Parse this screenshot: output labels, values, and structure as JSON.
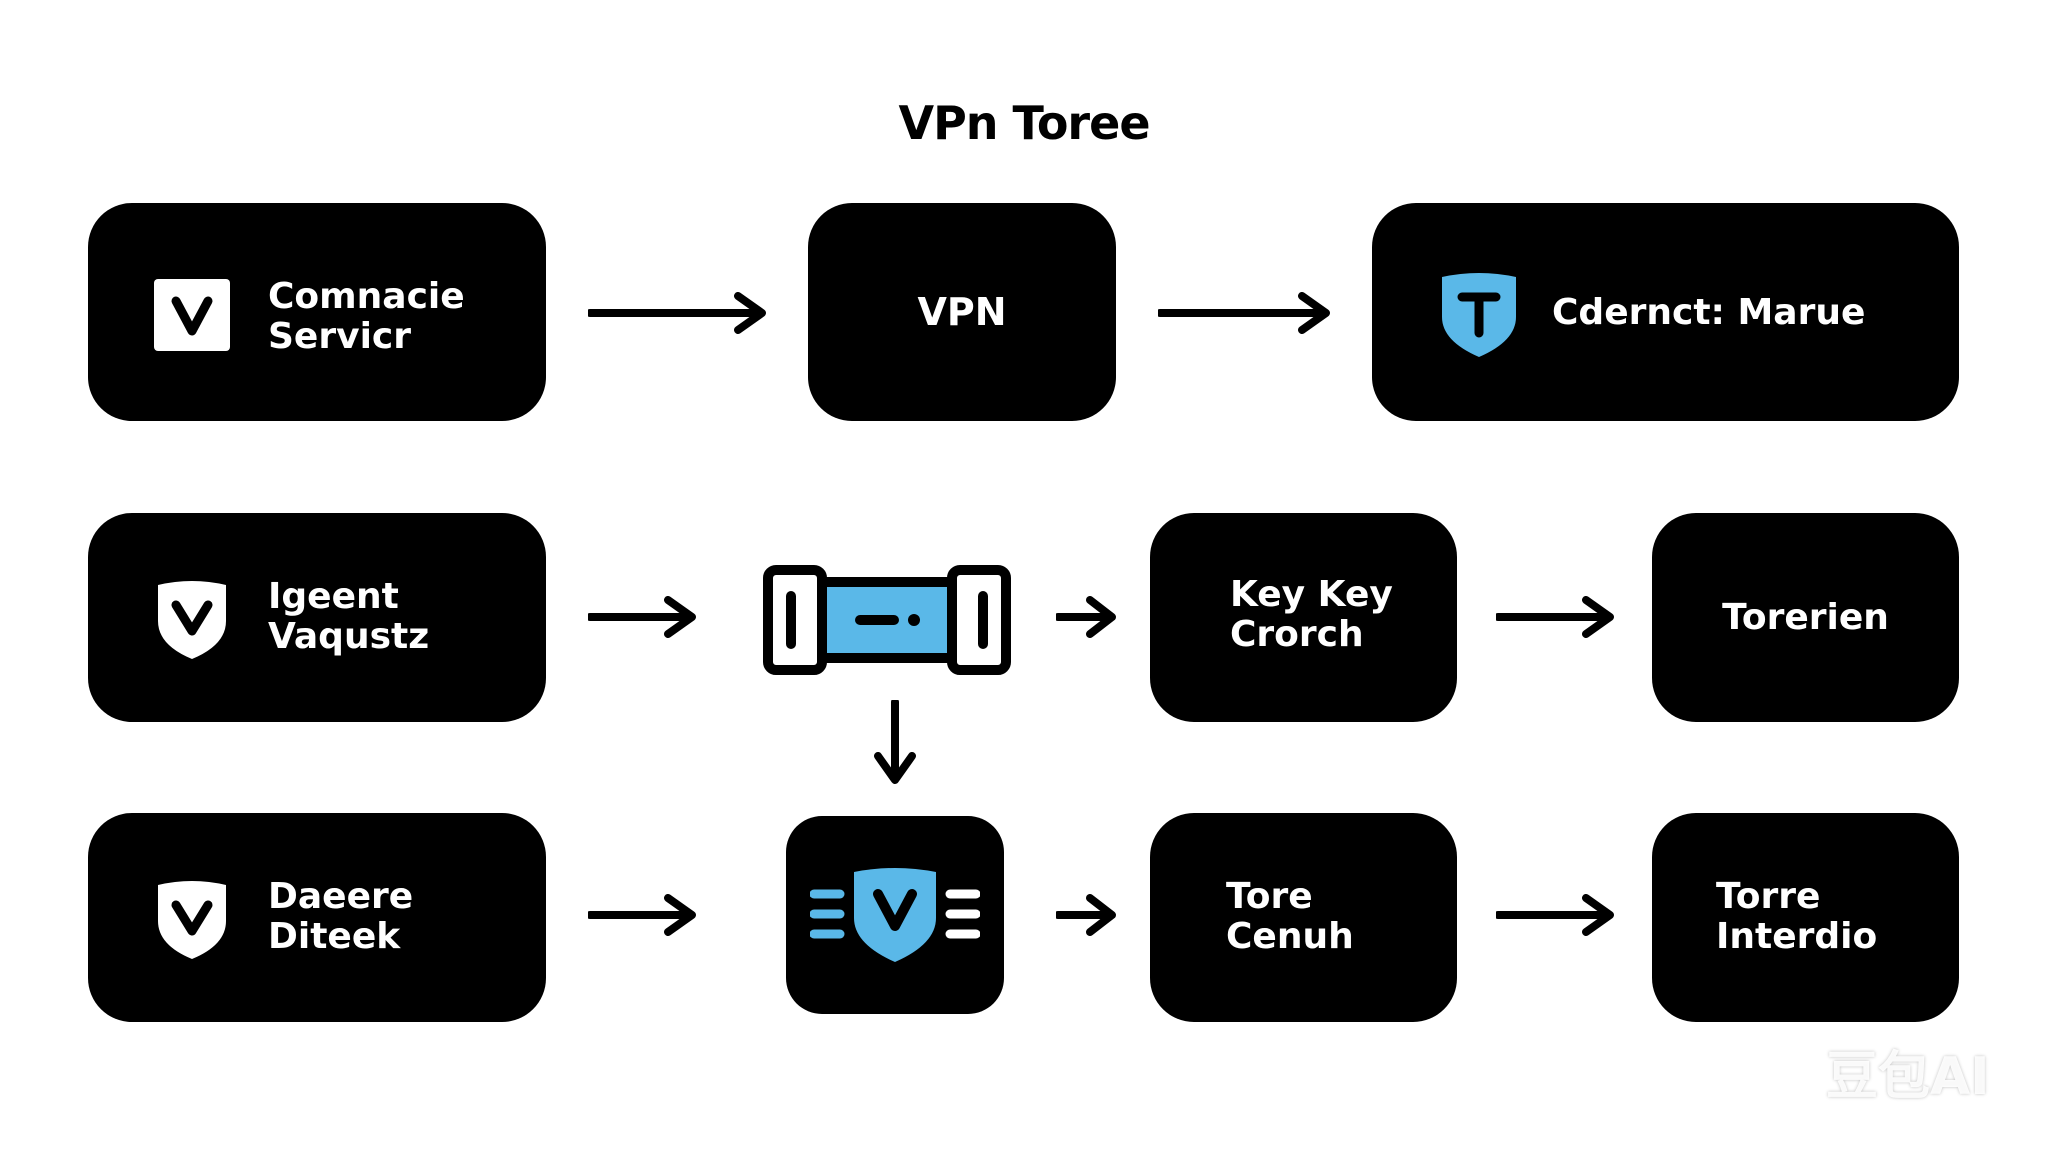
{
  "title": "VPn Toree",
  "nodes": {
    "comnacie": {
      "label": "Comnacie\nServicr",
      "icon": "v-square-icon"
    },
    "vpn": {
      "label": "VPN"
    },
    "cdernct": {
      "label": "Cdernct: Marue",
      "icon": "t-shield-icon"
    },
    "igeent": {
      "label": "Igeent\nVaqustz",
      "icon": "v-shield-icon"
    },
    "keycrorch": {
      "label": "Key Key\nCrorch"
    },
    "toreriien": {
      "label": "Torerien"
    },
    "daeere": {
      "label": "Daeere\nDiteek",
      "icon": "v-shield-icon"
    },
    "tore_cenuh": {
      "label": "Tore\nCenuh"
    },
    "torre_interdio": {
      "label": "Torre\nInterdio"
    }
  },
  "connector_icon": "vpn-tunnel-icon",
  "vpn_shield_icon": "vpn-shield-lines-icon",
  "watermark": "豆包AI",
  "colors": {
    "box": "#000000",
    "accent": "#5ab8e8",
    "background": "#ffffff"
  }
}
